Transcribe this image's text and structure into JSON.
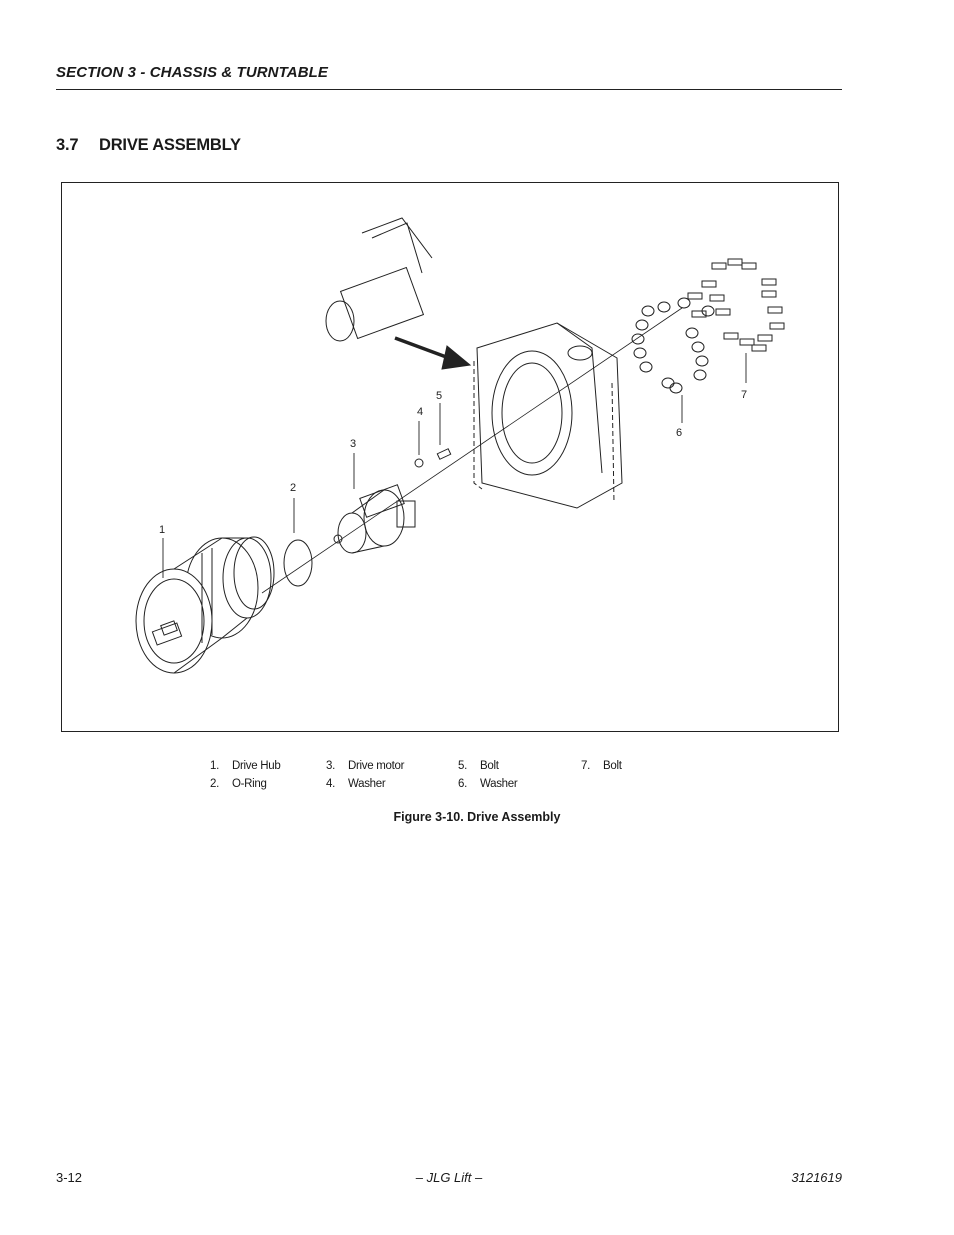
{
  "header": {
    "section": "SECTION 3 - CHASSIS & TURNTABLE"
  },
  "section": {
    "number": "3.7",
    "title": "DRIVE ASSEMBLY"
  },
  "figure": {
    "callouts": [
      "1",
      "2",
      "3",
      "4",
      "5",
      "6",
      "7"
    ],
    "legend": [
      {
        "num": "1.",
        "label": "Drive Hub"
      },
      {
        "num": "2.",
        "label": "O-Ring"
      },
      {
        "num": "3.",
        "label": "Drive motor"
      },
      {
        "num": "4.",
        "label": "Washer"
      },
      {
        "num": "5.",
        "label": "Bolt"
      },
      {
        "num": "6.",
        "label": "Washer"
      },
      {
        "num": "7.",
        "label": "Bolt"
      }
    ],
    "caption": "Figure 3-10.  Drive Assembly"
  },
  "footer": {
    "page": "3-12",
    "center": "– JLG Lift –",
    "doc": "3121619"
  }
}
